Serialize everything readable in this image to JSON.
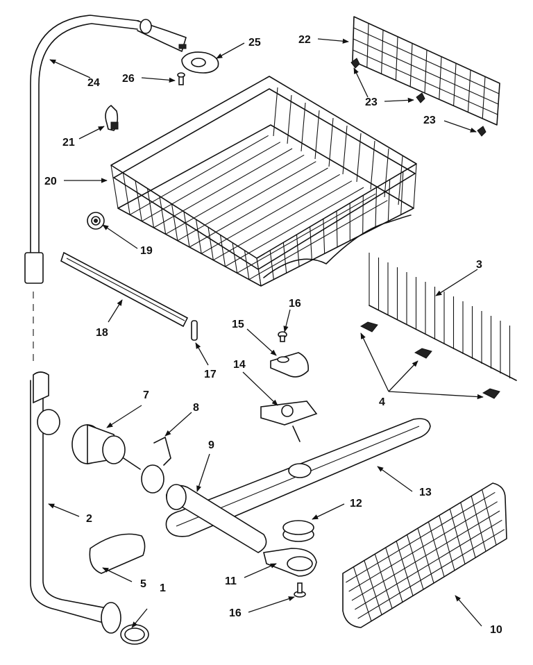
{
  "callouts": [
    {
      "id": "c1",
      "label": "1"
    },
    {
      "id": "c2",
      "label": "2"
    },
    {
      "id": "c3",
      "label": "3"
    },
    {
      "id": "c4",
      "label": "4"
    },
    {
      "id": "c5",
      "label": "5"
    },
    {
      "id": "c7",
      "label": "7"
    },
    {
      "id": "c8",
      "label": "8"
    },
    {
      "id": "c9",
      "label": "9"
    },
    {
      "id": "c10",
      "label": "10"
    },
    {
      "id": "c11",
      "label": "11"
    },
    {
      "id": "c12",
      "label": "12"
    },
    {
      "id": "c13",
      "label": "13"
    },
    {
      "id": "c14",
      "label": "14"
    },
    {
      "id": "c15",
      "label": "15"
    },
    {
      "id": "c16a",
      "label": "16"
    },
    {
      "id": "c16b",
      "label": "16"
    },
    {
      "id": "c17",
      "label": "17"
    },
    {
      "id": "c18",
      "label": "18"
    },
    {
      "id": "c19",
      "label": "19"
    },
    {
      "id": "c20",
      "label": "20"
    },
    {
      "id": "c21",
      "label": "21"
    },
    {
      "id": "c22",
      "label": "22"
    },
    {
      "id": "c23a",
      "label": "23"
    },
    {
      "id": "c23b",
      "label": "23"
    },
    {
      "id": "c24",
      "label": "24"
    },
    {
      "id": "c25",
      "label": "25"
    },
    {
      "id": "c26",
      "label": "26"
    }
  ]
}
